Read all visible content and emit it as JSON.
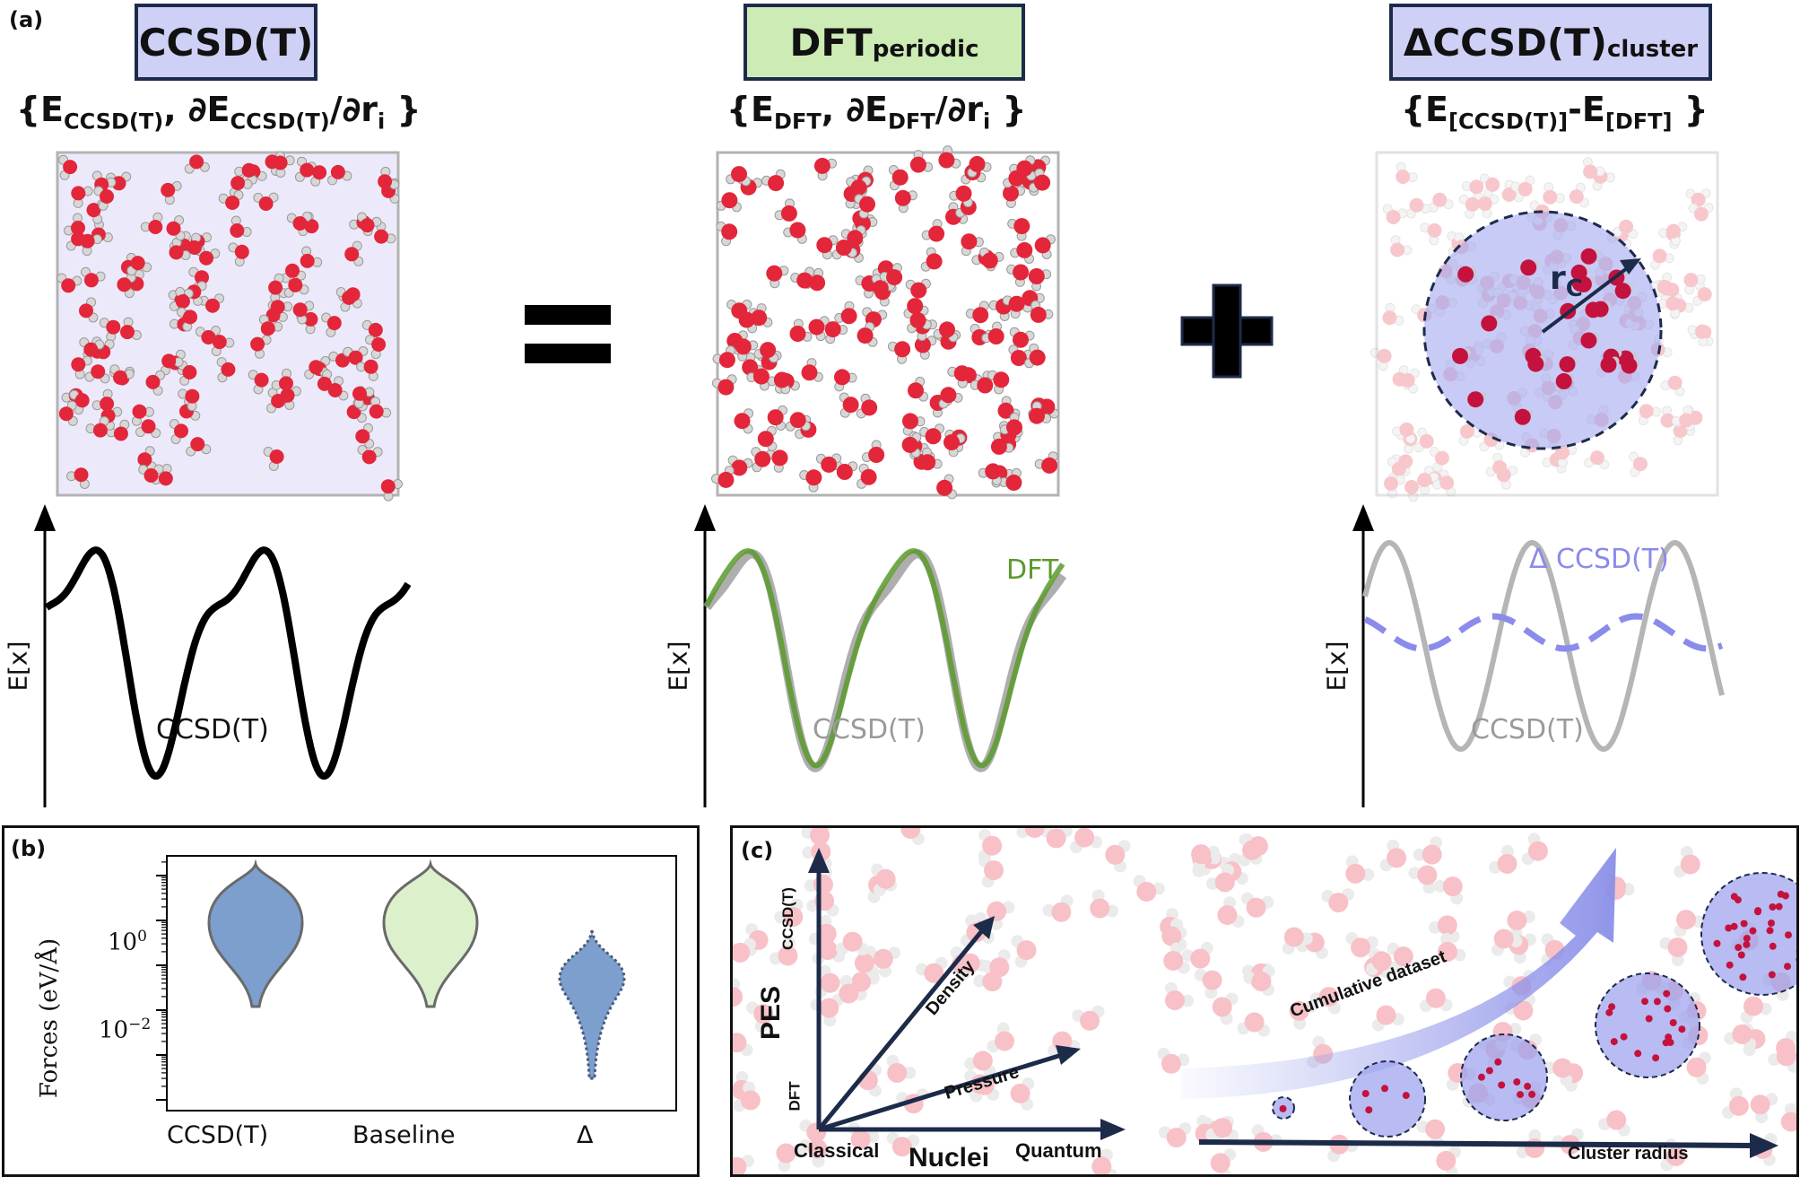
{
  "panel_a": {
    "label": "(a)",
    "columns": [
      {
        "title_main": "CCSD(T)",
        "title_sub": "",
        "formula_parts": [
          "{E",
          "CCSD(T)",
          ", ∂E",
          "CCSD(T)",
          "/∂r",
          "i",
          " }"
        ],
        "plot_ylabel": "E[x]",
        "curve_label": "CCSD(T)",
        "box_fill": "#cfd0f5",
        "curve_color": "#000000"
      },
      {
        "title_main": "DFT",
        "title_sub": "periodic",
        "formula_parts": [
          "{E",
          "DFT",
          ", ∂E",
          "DFT",
          "/∂r",
          "i",
          " }"
        ],
        "plot_ylabel": "E[x]",
        "curve_label": "CCSD(T)",
        "curve_label_2": "DFT",
        "box_fill": "#cdebb4",
        "curve_color": "#5a9a2c"
      },
      {
        "title_main": "ΔCCSD(T)",
        "title_sub": "cluster",
        "formula_parts": [
          "{E",
          "[CCSD(T)]",
          "-E",
          "[DFT]",
          " }"
        ],
        "plot_ylabel": "E[x]",
        "curve_label": "CCSD(T)",
        "curve_label_2": "Δ CCSD(T)",
        "box_fill": "#cfd0f5",
        "curve_color": "#8a8bea",
        "radius_label": "r",
        "radius_sub": "C"
      }
    ],
    "equals_symbol": "=",
    "plus_symbol": "+"
  },
  "panel_b": {
    "label": "(b)",
    "chart_data": {
      "type": "violin",
      "categories": [
        "CCSD(T)",
        "Baseline",
        "Δ"
      ],
      "ylabel": "Forces (eV/Å)",
      "yscale": "log",
      "yticks": [
        "10^0",
        "10^-2"
      ],
      "ylim": [
        0.0001,
        30
      ],
      "series": [
        {
          "category": "CCSD(T)",
          "min": 0.012,
          "max": 18,
          "median": 0.9,
          "color": "#7d9fce"
        },
        {
          "category": "Baseline",
          "min": 0.012,
          "max": 18,
          "median": 0.9,
          "color": "#dcf0cc"
        },
        {
          "category": "Δ",
          "min": 0.0003,
          "max": 0.6,
          "median": 0.05,
          "color": "#7d9fce"
        }
      ]
    }
  },
  "panel_c": {
    "label": "(c)",
    "axis_y": "PES",
    "axis_y_top": "CCSD(T)",
    "axis_y_bottom": "DFT",
    "axis_x": "Nuclei",
    "axis_x_left": "Classical",
    "axis_x_right": "Quantum",
    "arrow_density": "Density",
    "arrow_pressure": "Pressure",
    "arrow_dataset": "Cumulative dataset",
    "arrow_radius": "Cluster radius"
  }
}
